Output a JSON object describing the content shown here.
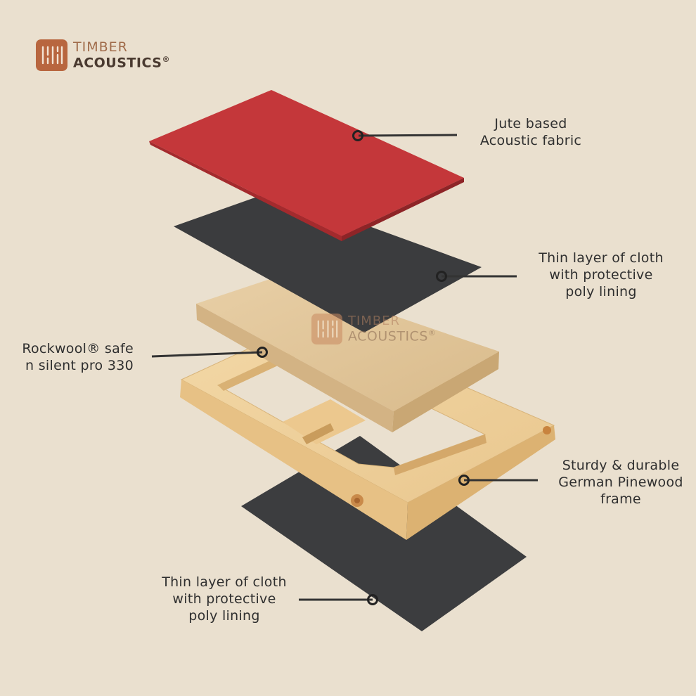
{
  "brand": {
    "name_line1": "TIMBER",
    "name_line2": "ACOUSTICS",
    "registered_mark": "®"
  },
  "watermark": {
    "name_line1": "TIMBER",
    "name_line2": "ACOUSTICS",
    "registered_mark": "®"
  },
  "callouts": [
    {
      "layer": "fabric",
      "lines": [
        "Jute based",
        "Acoustic fabric"
      ]
    },
    {
      "layer": "top-cloth",
      "lines": [
        "Thin layer of cloth",
        "with protective",
        "poly lining"
      ]
    },
    {
      "layer": "rockwool",
      "lines": [
        "Rockwool® safe",
        "n silent pro 330"
      ]
    },
    {
      "layer": "frame",
      "lines": [
        "Sturdy & durable",
        "German Pinewood",
        "frame"
      ]
    },
    {
      "layer": "bottom-cloth",
      "lines": [
        "Thin layer of cloth",
        "with protective",
        "poly lining"
      ]
    }
  ],
  "colors": {
    "background": "#eae0cf",
    "fabric": "#c4373a",
    "cloth": "#3b3c3e",
    "rockwool": "#e0c59d",
    "pinewood": "#f0d3a0",
    "brand_tile": "#b8663f",
    "leader_line": "#333333"
  }
}
